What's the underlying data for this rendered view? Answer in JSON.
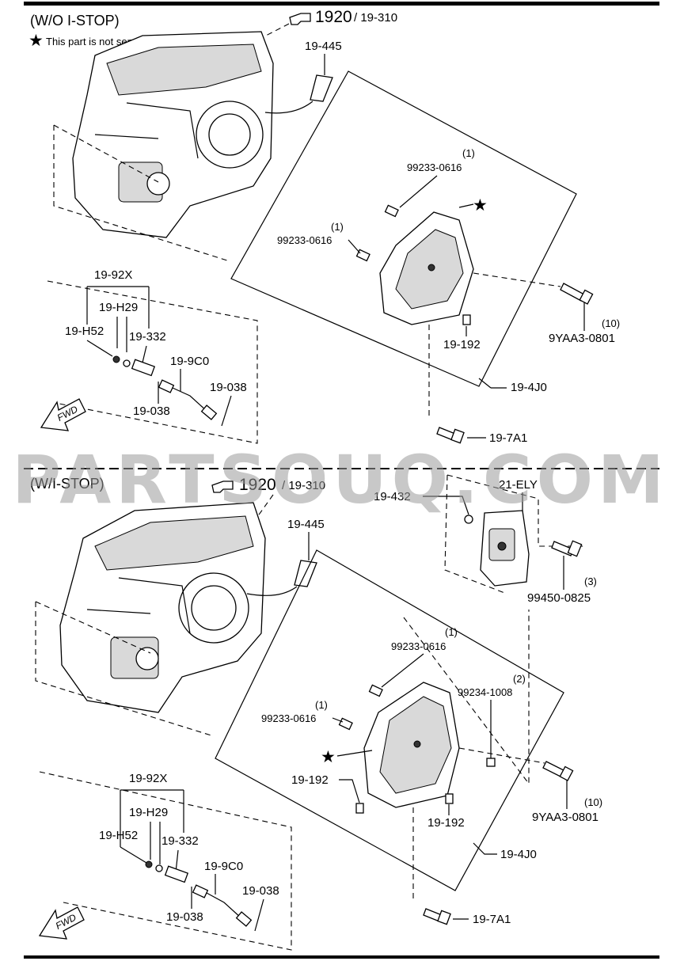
{
  "watermark": "PARTSOUQ.COM",
  "sections": [
    {
      "title": "(W/O I-STOP)",
      "legend": "This part is not serviced",
      "ref_main": "1920",
      "ref_sub": "/ 19-310",
      "fwd": "FWD",
      "labels": {
        "p445": "19-445",
        "q1a": "(1)",
        "bolt1a": "99233-0616",
        "q1b": "(1)",
        "bolt1b": "99233-0616",
        "p192": "19-192",
        "q10": "(10)",
        "bolt10": "9YAA3-0801",
        "p4j0": "19-4J0",
        "p7a1": "19-7A1",
        "p92x": "19-92X",
        "ph29": "19-H29",
        "ph52": "19-H52",
        "p332": "19-332",
        "p9c0": "19-9C0",
        "p038a": "19-038",
        "p038b": "19-038"
      }
    },
    {
      "title": "(W/I-STOP)",
      "ref_main": "1920",
      "ref_sub": "/ 19-310",
      "fwd": "FWD",
      "labels": {
        "p445": "19-445",
        "p432": "19-432",
        "pely": "21-ELY",
        "q3": "(3)",
        "bolt3": "99450-0825",
        "q1a": "(1)",
        "bolt1a": "99233-0616",
        "q2": "(2)",
        "bolt2": "99234-1008",
        "q1b": "(1)",
        "bolt1b": "99233-0616",
        "p192a": "19-192",
        "p192b": "19-192",
        "q10": "(10)",
        "bolt10": "9YAA3-0801",
        "p4j0": "19-4J0",
        "p7a1": "19-7A1",
        "p92x": "19-92X",
        "ph29": "19-H29",
        "ph52": "19-H52",
        "p332": "19-332",
        "p9c0": "19-9C0",
        "p038a": "19-038",
        "p038b": "19-038"
      }
    }
  ]
}
